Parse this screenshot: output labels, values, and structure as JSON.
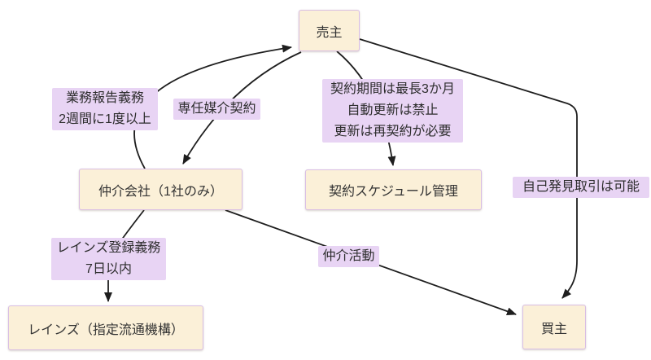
{
  "diagram": {
    "type": "flowchart",
    "colors": {
      "background": "#ffffff",
      "node_fill": "#fbf0d8",
      "node_border": "#d9bee4",
      "edge_label_fill": "#e8d4f4",
      "edge_line": "#1e1e1e",
      "text": "#333333"
    },
    "nodes": {
      "seller": {
        "label": "売主"
      },
      "broker": {
        "label": "仲介会社（1社のみ）"
      },
      "schedule": {
        "label": "契約スケジュール管理"
      },
      "reins": {
        "label": "レインズ（指定流通機構）"
      },
      "buyer": {
        "label": "買主"
      }
    },
    "edge_labels": {
      "report": {
        "lines": [
          "業務報告義務",
          "2週間に1度以上"
        ]
      },
      "exclusive": {
        "lines": [
          "専任媒介契約"
        ]
      },
      "term": {
        "lines": [
          "契約期間は最長3か月",
          "自動更新は禁止",
          "更新は再契約が必要"
        ]
      },
      "self_discovery": {
        "lines": [
          "自己発見取引は可能"
        ]
      },
      "reins_duty": {
        "lines": [
          "レインズ登録義務",
          "7日以内"
        ]
      },
      "activity": {
        "lines": [
          "仲介活動"
        ]
      }
    },
    "edges": [
      {
        "from": "仲介会社（1社のみ）",
        "to": "売主",
        "label": "業務報告義務 2週間に1度以上"
      },
      {
        "from": "売主",
        "to": "仲介会社（1社のみ）",
        "label": "専任媒介契約"
      },
      {
        "from": "売主",
        "to": "契約スケジュール管理",
        "label": "契約期間は最長3か月 自動更新は禁止 更新は再契約が必要"
      },
      {
        "from": "売主",
        "to": "買主",
        "label": "自己発見取引は可能"
      },
      {
        "from": "仲介会社（1社のみ）",
        "to": "レインズ（指定流通機構）",
        "label": "レインズ登録義務 7日以内"
      },
      {
        "from": "仲介会社（1社のみ）",
        "to": "買主",
        "label": "仲介活動"
      }
    ]
  }
}
